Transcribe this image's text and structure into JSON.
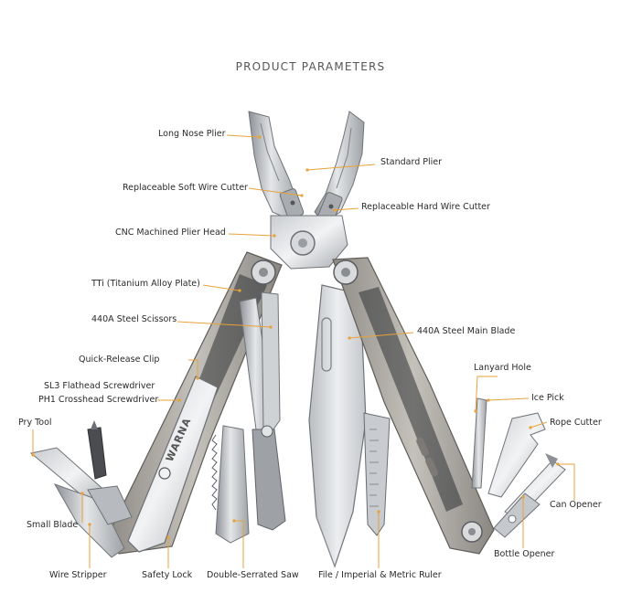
{
  "title": "PRODUCT PARAMETERS",
  "brand": "WARNA",
  "accent_color": "#e8a23a",
  "labels": {
    "long_nose_plier": "Long Nose Plier",
    "standard_plier": "Standard Plier",
    "soft_wire_cutter": "Replaceable Soft Wire Cutter",
    "hard_wire_cutter": "Replaceable Hard Wire Cutter",
    "plier_head": "CNC Machined Plier Head",
    "titanium_plate": "TTi (Titanium Alloy Plate)",
    "scissors": "440A Steel Scissors",
    "main_blade": "440A Steel Main Blade",
    "quick_release_clip": "Quick-Release Clip",
    "lanyard_hole": "Lanyard Hole",
    "flathead": "SL3 Flathead Screwdriver",
    "crosshead": "PH1 Crosshead Screwdriver",
    "ice_pick": "Ice Pick",
    "pry_tool": "Pry Tool",
    "rope_cutter": "Rope Cutter",
    "can_opener": "Can Opener",
    "small_blade": "Small Blade",
    "bottle_opener": "Bottle Opener",
    "wire_stripper": "Wire Stripper",
    "safety_lock": "Safety Lock",
    "saw": "Double-Serrated Saw",
    "ruler": "File / Imperial & Metric Ruler"
  }
}
